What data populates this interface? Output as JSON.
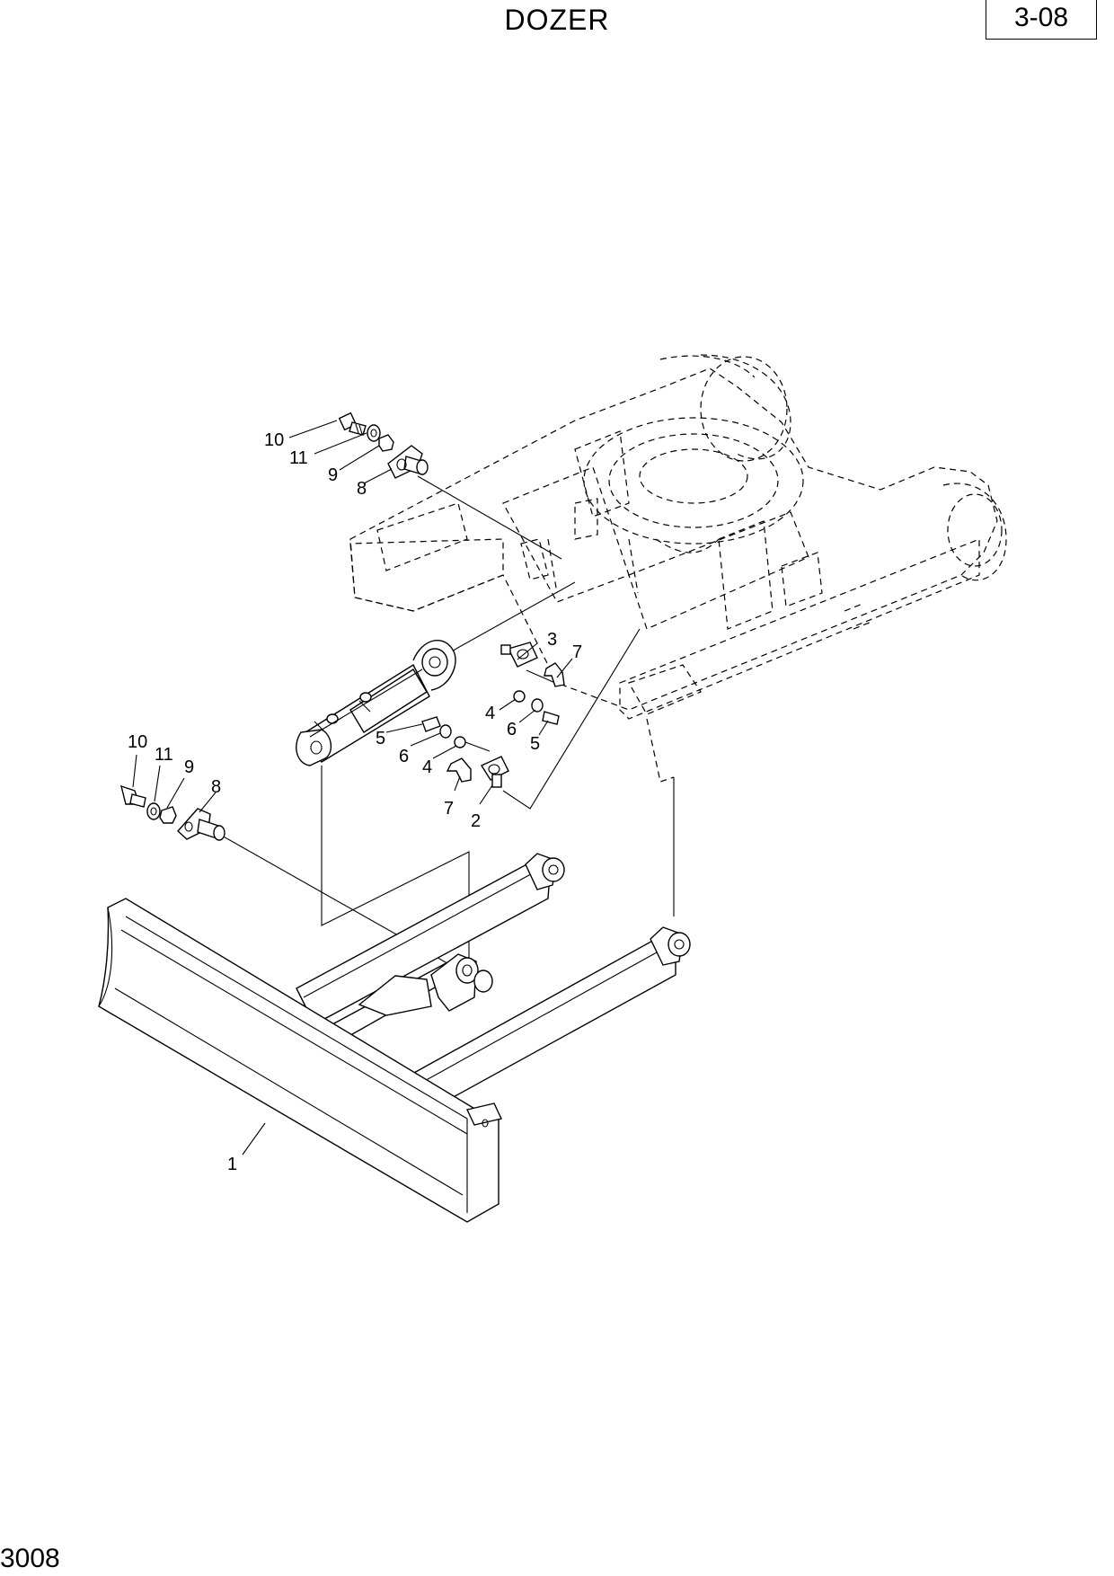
{
  "header": {
    "title": "DOZER",
    "page_number": "3-08"
  },
  "footer": {
    "code": "3008"
  },
  "callouts": {
    "c1": "1",
    "c2": "2",
    "c3": "3",
    "c4a": "4",
    "c4b": "4",
    "c5a": "5",
    "c5b": "5",
    "c6a": "6",
    "c6b": "6",
    "c7a": "7",
    "c7b": "7",
    "c8a": "8",
    "c8b": "8",
    "c9a": "9",
    "c9b": "9",
    "c10a": "10",
    "c10b": "10",
    "c11a": "11",
    "c11b": "11"
  }
}
